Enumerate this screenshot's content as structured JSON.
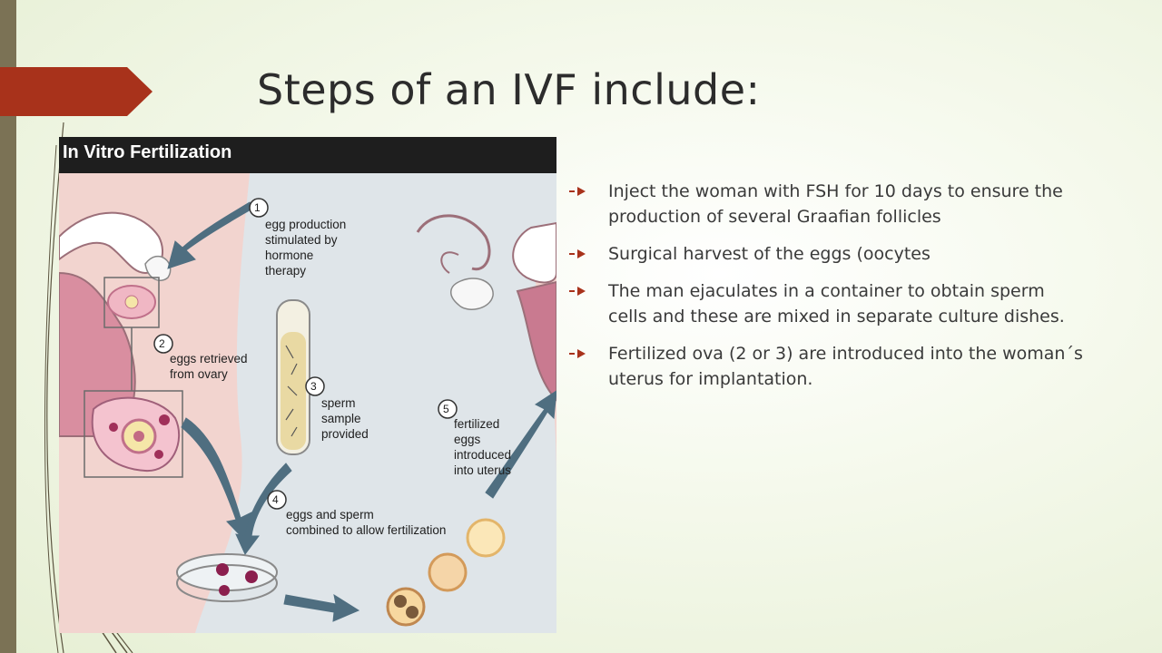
{
  "slide": {
    "title": "Steps of an IVF include:",
    "accent_color": "#a8321b",
    "bar_color": "#7b7255"
  },
  "figure": {
    "title": "In Vitro Fertilization",
    "labels": [
      {
        "num": "1",
        "text": "egg production\nstimulated by\nhormone\ntherapy"
      },
      {
        "num": "2",
        "text": "eggs retrieved\nfrom ovary"
      },
      {
        "num": "3",
        "text": "sperm\nsample\nprovided"
      },
      {
        "num": "4",
        "text": "eggs and sperm\ncombined to allow fertilization"
      },
      {
        "num": "5",
        "text": "fertilized\neggs\nintroduced\ninto uterus"
      }
    ]
  },
  "bullets": [
    "Inject the woman with FSH for 10 days to ensure the production of several Graafian follicles",
    "Surgical harvest of the eggs (oocytes",
    "The man ejaculates in a container to obtain sperm cells and these are mixed in separate culture dishes.",
    "Fertilized ova (2 or 3) are introduced into the woman´s uterus for implantation."
  ]
}
